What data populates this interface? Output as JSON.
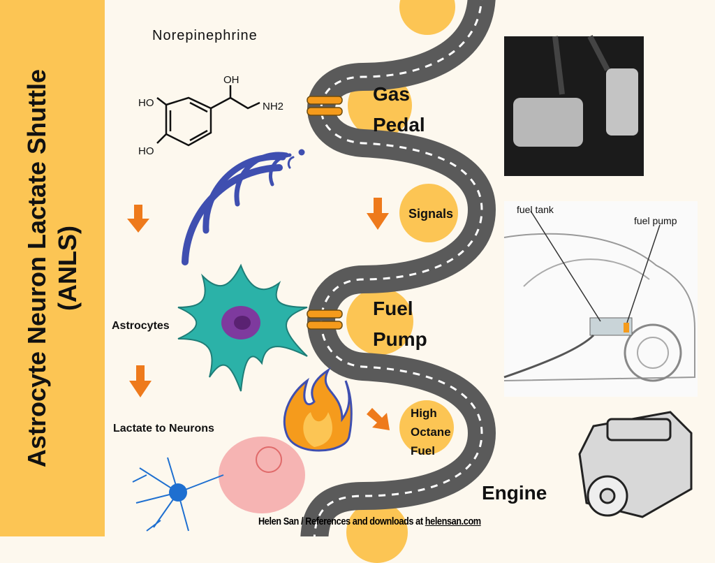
{
  "sidebar": {
    "title_line1": "Astrocyte Neuron Lactate Shuttle",
    "title_line2": "(ANLS)"
  },
  "chem": {
    "name": "Norepinephrine",
    "oh_top": "OH",
    "ho_1": "HO",
    "ho_2": "HO",
    "nh2": "NH2"
  },
  "labels": {
    "astrocytes": "Astrocytes",
    "lactate": "Lactate to Neurons",
    "engine": "Engine"
  },
  "road_stops": [
    {
      "line1": "Gas",
      "line2": "Pedal"
    },
    {
      "line1": "Signals"
    },
    {
      "line1": "Fuel",
      "line2": "Pump"
    },
    {
      "line1": "High",
      "line2": "Octane",
      "line3": "Fuel"
    }
  ],
  "car_diagram": {
    "fuel_tank": "fuel tank",
    "fuel_pump": "fuel pump"
  },
  "credit": {
    "text": "Helen San / References and downloads at ",
    "link": "helensan.com"
  },
  "colors": {
    "yellow": "#fcc554",
    "orange": "#ee7a1c",
    "road": "#5a5a5a",
    "teal": "#2bb2a8",
    "blue": "#3f4fb0"
  }
}
